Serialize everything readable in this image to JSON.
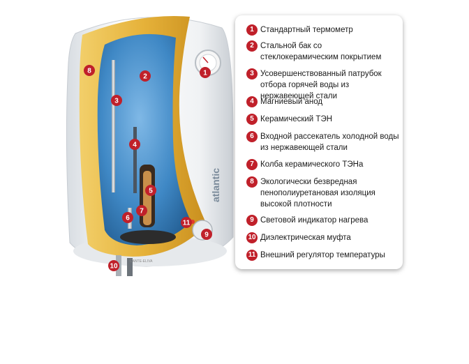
{
  "legend": [
    {
      "num": "1",
      "text": "Стандартный термометр"
    },
    {
      "num": "2",
      "text": "Стальной бак со стеклокерамическим покрытием"
    },
    {
      "num": "3",
      "text": "Усовершенствованный патрубок отбора горячей воды из нержавеющей стали"
    },
    {
      "num": "4",
      "text": "Магниевый анод"
    },
    {
      "num": "5",
      "text": "Керамический ТЭН"
    },
    {
      "num": "6",
      "text": "Входной рассекатель холодной воды из нержавеющей стали"
    },
    {
      "num": "7",
      "text": "Колба керамического ТЭНа"
    },
    {
      "num": "8",
      "text": "Экологически безвредная пенополиуретановая изоляция высокой плотности"
    },
    {
      "num": "9",
      "text": "Световой индикатор нагрева"
    },
    {
      "num": "10",
      "text": "Диэлектрическая муфта"
    },
    {
      "num": "11",
      "text": "Внешний регулятор температуры"
    }
  ],
  "device": {
    "brand": "atlantic",
    "model_text": "CANTE-ELIVA"
  },
  "markers": [
    "1",
    "2",
    "3",
    "4",
    "5",
    "6",
    "7",
    "8",
    "9",
    "10",
    "11"
  ],
  "colors": {
    "marker_red": "#c0202a",
    "tank_blue": "#3f88c5",
    "insulation_yellow": "#e8b43a",
    "shell_white": "#f2f4f6"
  }
}
